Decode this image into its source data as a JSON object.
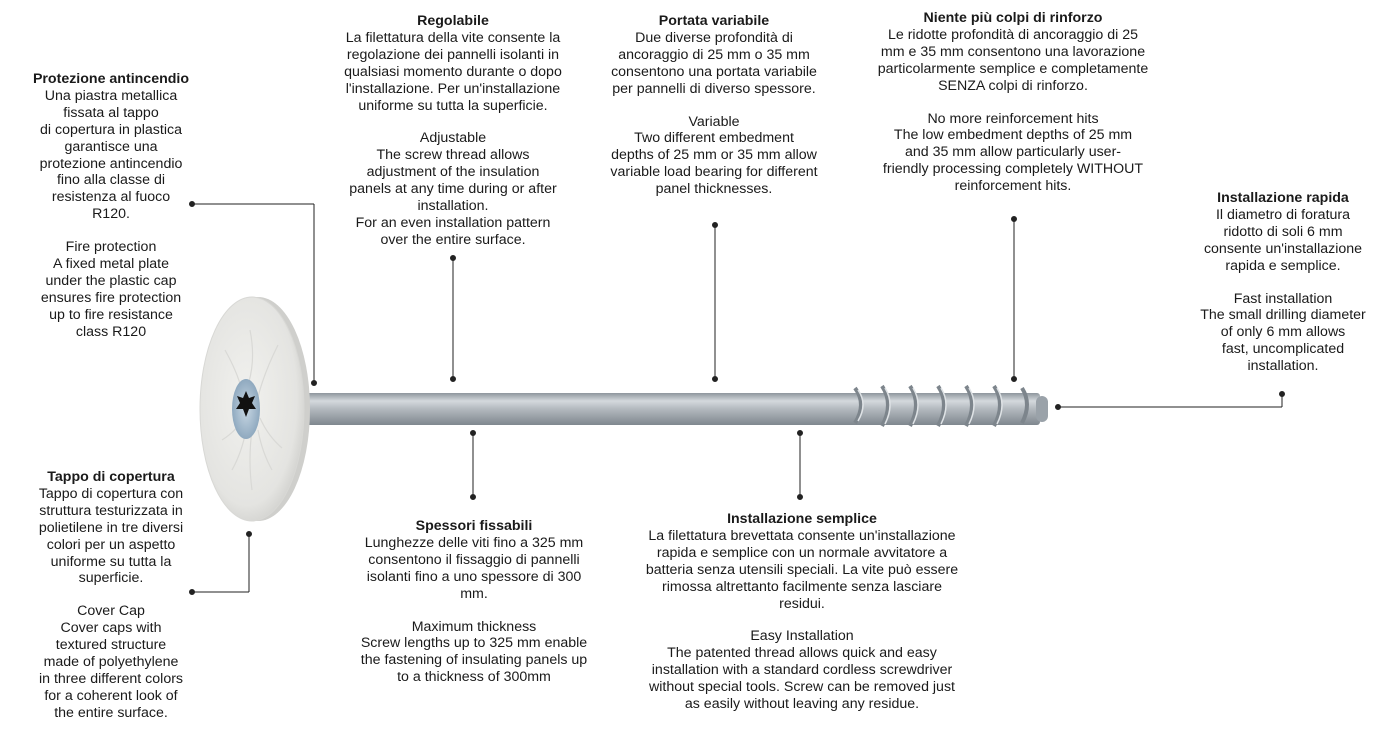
{
  "callouts": {
    "fire": {
      "it_title": "Protezione antincendio",
      "it_body": "Una piastra metallica\nfissata al tappo\ndi copertura in plastica\ngarantisce una\nprotezione antincendio\nfino alla classe di\nresistenza al fuoco\nR120.",
      "en_title": "Fire protection",
      "en_body": "A fixed metal plate\nunder the plastic cap\nensures fire protection\nup to fire resistance\nclass R120"
    },
    "adjustable": {
      "it_title": "Regolabile",
      "it_body": "La filettatura della vite consente la\nregolazione dei pannelli isolanti in\nqualsiasi momento durante o dopo\nl'installazione. Per un'installazione\nuniforme su tutta la superficie.",
      "en_title": "Adjustable",
      "en_body": "The screw thread allows\nadjustment of the insulation\npanels at any time during or after\ninstallation.\nFor an even installation pattern\nover the entire surface."
    },
    "variable": {
      "it_title": "Portata variabile",
      "it_body": "Due diverse profondità di\nancoraggio di 25 mm o 35 mm\nconsentono una portata variabile\nper pannelli di diverso spessore.",
      "en_title": "Variable",
      "en_body": "Two different embedment\ndepths of 25 mm or 35 mm allow\nvariable load bearing for different\npanel thicknesses."
    },
    "reinforcement": {
      "it_title": "Niente più colpi di rinforzo",
      "it_body": "Le ridotte profondità di ancoraggio di 25\nmm e 35 mm consentono una lavorazione\nparticolarmente semplice e completamente\nSENZA colpi di rinforzo.",
      "en_title": "No more reinforcement hits",
      "en_body": "The low embedment depths of 25 mm\nand 35 mm allow particularly user-\nfriendly processing completely WITHOUT\nreinforcement hits."
    },
    "rapid": {
      "it_title": "Installazione rapida",
      "it_body": "Il diametro di foratura\nridotto di soli 6 mm\nconsente un'installazione\nrapida e semplice.",
      "en_title": "Fast installation",
      "en_body": "The small drilling diameter\nof only 6 mm allows\nfast, uncomplicated\ninstallation."
    },
    "cover": {
      "it_title": "Tappo di copertura",
      "it_body": "Tappo di copertura con\nstruttura testurizzata in\npolietilene in tre diversi\ncolori per un aspetto\nuniforme su tutta la\nsuperficie.",
      "en_title": "Cover Cap",
      "en_body": "Cover caps with\ntextured structure\nmade of polyethylene\nin three different colors\nfor a coherent look of\nthe entire surface."
    },
    "thickness": {
      "it_title": "Spessori fissabili",
      "it_body": "Lunghezze delle viti fino a 325 mm\nconsentono il fissaggio di pannelli\nisolanti fino a uno spessore di 300\nmm.",
      "en_title": "Maximum thickness",
      "en_body": "Screw lengths up to 325 mm enable\nthe fastening of insulating panels up\nto a thickness of 300mm"
    },
    "easy": {
      "it_title": "Installazione semplice",
      "it_body": "La filettatura brevettata consente un'installazione\nrapida e semplice con un normale avvitatore a\nbatteria senza utensili speciali. La vite può essere\nrimossa altrettanto facilmente senza lasciare\nresidui.",
      "en_title": "Easy Installation",
      "en_body": "The patented thread allows quick and easy\ninstallation with a standard cordless screwdriver\nwithout special tools. Screw can be removed just\nas easily without leaving any residue."
    }
  },
  "colors": {
    "leader": "#222222",
    "cap": "#e9e9e6",
    "shaft": "#a9b0b6",
    "torx_ring": "#9fb8cc"
  }
}
